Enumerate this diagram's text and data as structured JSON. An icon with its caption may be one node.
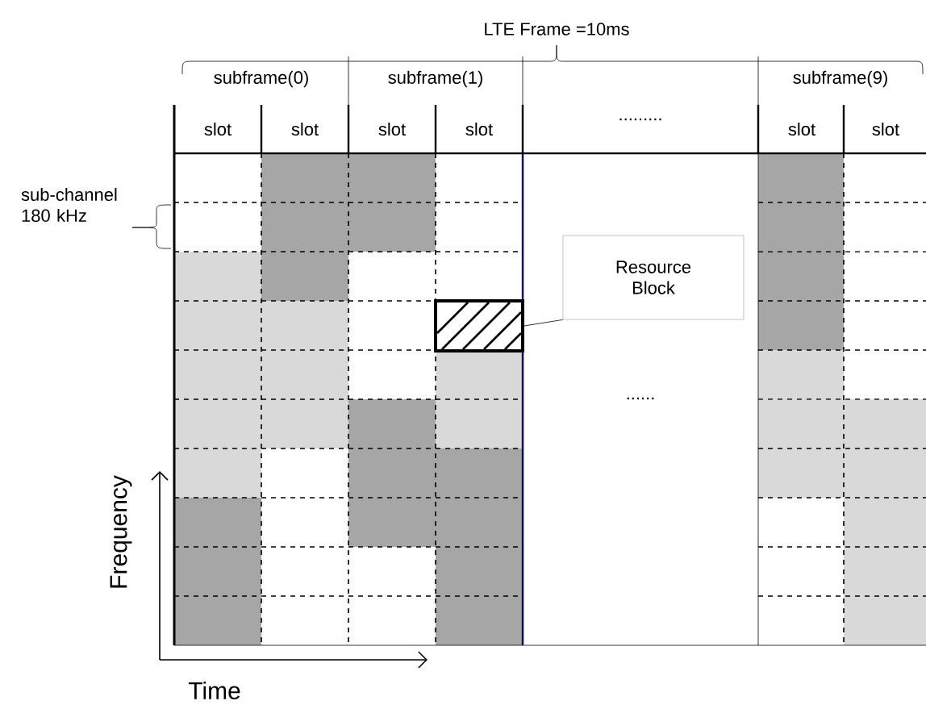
{
  "diagram": {
    "nodes": [
      {
        "text": [
          "Resource Block"
        ]
      },
      {
        "text": [],
        "shape": "box"
      }
    ],
    "edges": [
      {
        "from": 0,
        "to": 1,
        "arrow": "none"
      }
    ],
    "labels": [
      "LTE Frame =10ms",
      "subframe(0)",
      "subframe(1)",
      "subframe(9)",
      "slot",
      "slot",
      "slot",
      "slot",
      ".........",
      "slot",
      "slot",
      "sub-channel 180 kHz",
      "......",
      "Frequency",
      "Time"
    ]
  }
}
